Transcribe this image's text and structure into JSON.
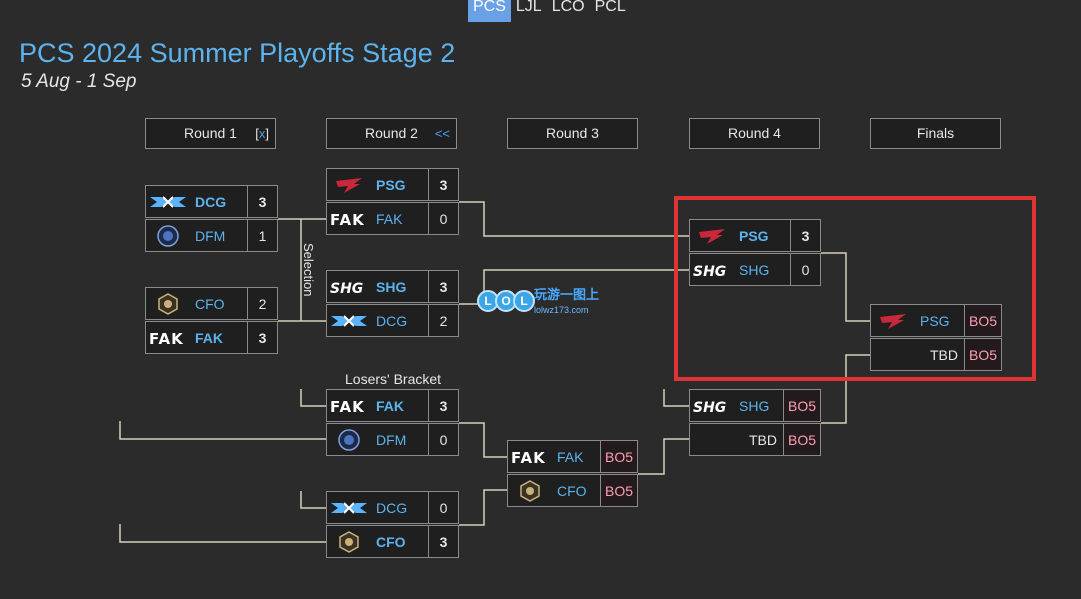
{
  "tabs": [
    "PCS",
    "LJL",
    "LCO",
    "PCL"
  ],
  "page": {
    "title": "PCS 2024 Summer Playoffs Stage 2",
    "date": "5 Aug - 1 Sep"
  },
  "rounds": [
    {
      "label": "Round 1",
      "toggle_left": "[",
      "toggle_mid": "x",
      "toggle_right": "]"
    },
    {
      "label": "Round 2",
      "toggle": "<<"
    },
    {
      "label": "Round 3"
    },
    {
      "label": "Round 4"
    },
    {
      "label": "Finals"
    }
  ],
  "labels": {
    "selection": "Selection",
    "losers_bracket": "Losers' Bracket"
  },
  "matches": {
    "r1_m1": [
      {
        "team": "DCG",
        "score": "3",
        "win": true
      },
      {
        "team": "DFM",
        "score": "1"
      }
    ],
    "r1_m2": [
      {
        "team": "CFO",
        "score": "2"
      },
      {
        "team": "FAK",
        "score": "3",
        "win": true
      }
    ],
    "r2_m1": [
      {
        "team": "PSG",
        "score": "3",
        "win": true
      },
      {
        "team": "FAK",
        "score": "0"
      }
    ],
    "r2_m2": [
      {
        "team": "SHG",
        "score": "3",
        "win": true
      },
      {
        "team": "DCG",
        "score": "2"
      }
    ],
    "r2_l1": [
      {
        "team": "FAK",
        "score": "3",
        "win": true
      },
      {
        "team": "DFM",
        "score": "0"
      }
    ],
    "r2_l2": [
      {
        "team": "DCG",
        "score": "0"
      },
      {
        "team": "CFO",
        "score": "3",
        "win": true
      }
    ],
    "r3_m1": [
      {
        "team": "FAK",
        "score": "BO5"
      },
      {
        "team": "CFO",
        "score": "BO5"
      }
    ],
    "r4_m1": [
      {
        "team": "PSG",
        "score": "3",
        "win": true
      },
      {
        "team": "SHG",
        "score": "0"
      }
    ],
    "r4_m2": [
      {
        "team": "SHG",
        "score": "BO5"
      },
      {
        "team": "TBD",
        "score": "BO5"
      }
    ],
    "final": [
      {
        "team": "PSG",
        "score": "BO5"
      },
      {
        "team": "TBD",
        "score": "BO5"
      }
    ]
  },
  "watermark": {
    "letters": [
      "L",
      "O",
      "L"
    ],
    "cn": "玩游一图上",
    "url": "lolwz173.com"
  },
  "colors": {
    "background": "#2b2b2b",
    "accent": "#5cb3ee",
    "active_tab": "#6aa0e6",
    "highlight": "#e03434",
    "bo5": "#ff9fb0"
  }
}
